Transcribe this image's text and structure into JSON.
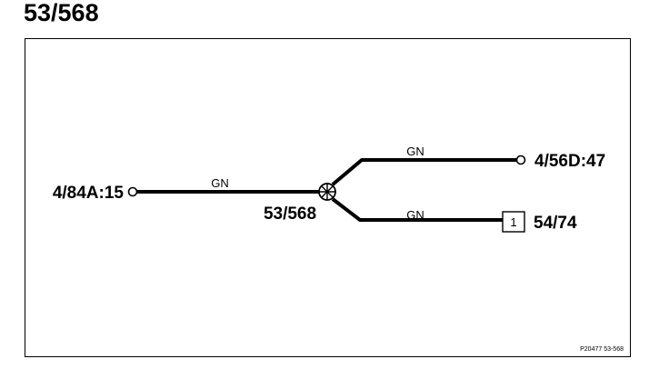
{
  "page": {
    "title": "53/568"
  },
  "diagram": {
    "splice_label": "53/568",
    "connectors": {
      "left": "4/84A:15",
      "top_right": "4/56D:47",
      "bottom_right": "54/74"
    },
    "box_pin": "1",
    "wire_colors": {
      "main": "GN",
      "upper_branch": "GN",
      "lower_branch": "GN"
    },
    "reference": "P20477  53-568"
  }
}
